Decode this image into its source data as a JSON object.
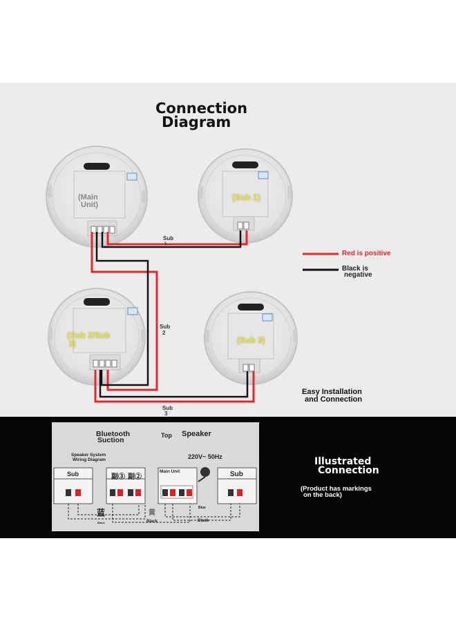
{
  "title": {
    "line1": "Connection",
    "line2": "Diagram"
  },
  "speakers": [
    {
      "id": "main",
      "label_line1": "(Main",
      "label_line2": "Unit)"
    },
    {
      "id": "sub1",
      "label_line1": "(Sub 1)",
      "label_line2": ""
    },
    {
      "id": "sub2",
      "label_line1": "(Sub 2/Sub",
      "label_line2": "3)"
    },
    {
      "id": "sub3",
      "label_line1": "(Sub 3)",
      "label_line2": ""
    }
  ],
  "wire_labels": {
    "sub1": {
      "line1": "Sub",
      "line2": "1"
    },
    "sub2": {
      "line1": "Sub",
      "line2": "2"
    },
    "sub3": {
      "line1": "Sub",
      "line2": "3"
    }
  },
  "legend": {
    "red_text": "Red is positive",
    "black_line1": "Black is",
    "black_line2": "negative",
    "red_color": "#e8262a",
    "black_color": "#111111"
  },
  "install": {
    "line1": "Easy Installation",
    "line2": "and Connection"
  },
  "illustrated": {
    "line1": "Illustrated",
    "line2": "Connection",
    "note_line1": "(Product has markings",
    "note_line2": "on the back)"
  },
  "wiring_card": {
    "bluetooth_line1": "Bluetooth",
    "bluetooth_line2": "Suction",
    "top": "Top",
    "speaker": "Speaker",
    "system_line1": "Speaker System",
    "system_line2": "Wiring Diagram",
    "voltage": "220V~ 50Hz",
    "main_unit": "Main Unit",
    "sub_left": "Sub",
    "sub_right": "Sub",
    "fu3": "副③",
    "fu2": "副②",
    "blue": "蓝",
    "yellow": "黄",
    "black1": "Black",
    "black2": "Black",
    "black3": "Black",
    "blue_small": "Blue"
  }
}
